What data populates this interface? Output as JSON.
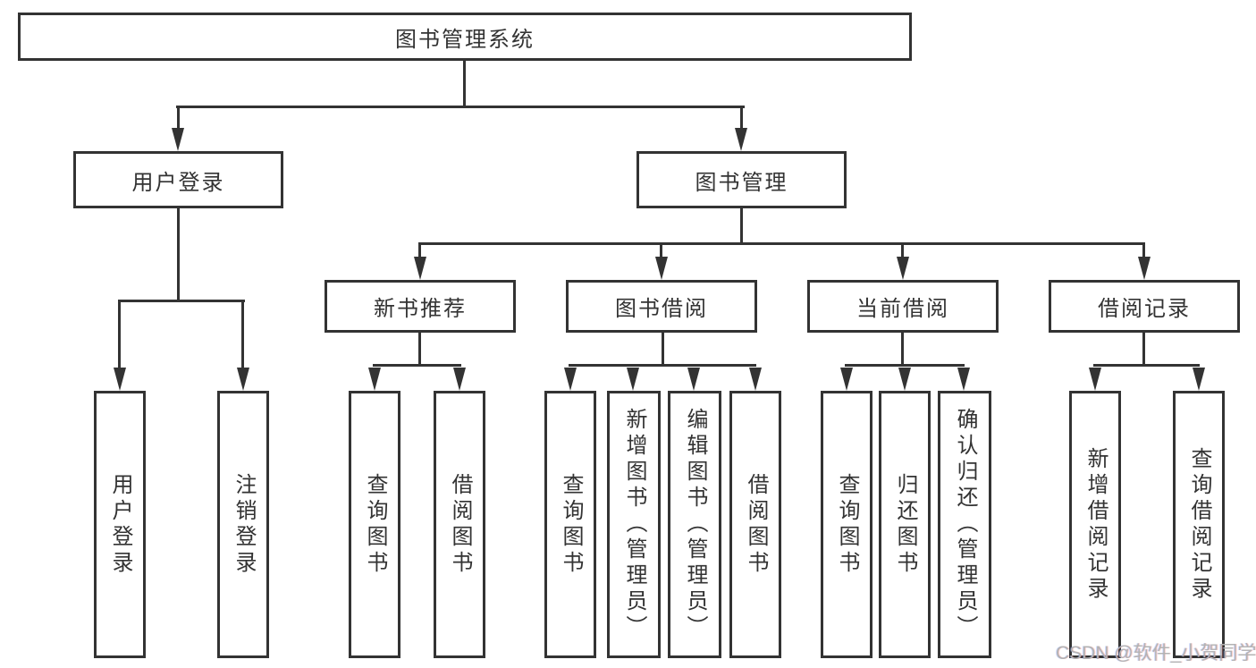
{
  "diagram_title": "图书管理系统",
  "nodes": {
    "root": {
      "label": "图书管理系统"
    },
    "user_login": {
      "label": "用户登录"
    },
    "book_management": {
      "label": "图书管理"
    },
    "new_book_recommend": {
      "label": "新书推荐"
    },
    "book_borrow": {
      "label": "图书借阅"
    },
    "current_borrow": {
      "label": "当前借阅"
    },
    "borrow_records": {
      "label": "借阅记录"
    },
    "leaf_user_login": {
      "label": "用户登录"
    },
    "leaf_logout": {
      "label": "注销登录"
    },
    "leaf_query_books_recommend": {
      "label": "查询图书"
    },
    "leaf_borrow_books_recommend": {
      "label": "借阅图书"
    },
    "leaf_query_books_borrow": {
      "label": "查询图书"
    },
    "leaf_add_book_admin": {
      "label": "新增图书（管理员）"
    },
    "leaf_edit_book_admin": {
      "label": "编辑图书（管理员）"
    },
    "leaf_borrow_books_borrow": {
      "label": "借阅图书"
    },
    "leaf_query_books_current": {
      "label": "查询图书"
    },
    "leaf_return_book": {
      "label": "归还图书"
    },
    "leaf_confirm_return_admin": {
      "label": "确认归还（管理员）"
    },
    "leaf_add_borrow_record": {
      "label": "新增借阅记录"
    },
    "leaf_query_borrow_record": {
      "label": "查询借阅记录"
    }
  },
  "hierarchy": {
    "图书管理系统": {
      "用户登录": [
        "用户登录",
        "注销登录"
      ],
      "图书管理": {
        "新书推荐": [
          "查询图书",
          "借阅图书"
        ],
        "图书借阅": [
          "查询图书",
          "新增图书（管理员）",
          "编辑图书（管理员）",
          "借阅图书"
        ],
        "当前借阅": [
          "查询图书",
          "归还图书",
          "确认归还（管理员）"
        ],
        "借阅记录": [
          "新增借阅记录",
          "查询借阅记录"
        ]
      }
    }
  },
  "watermark": {
    "text": "CSDN @软件_小贺同学"
  },
  "colors": {
    "line": "#333333",
    "box_border": "#333333",
    "box_fill": "#ffffff",
    "text": "#333333",
    "watermark": "#b3b3b3",
    "background": "#ffffff"
  }
}
